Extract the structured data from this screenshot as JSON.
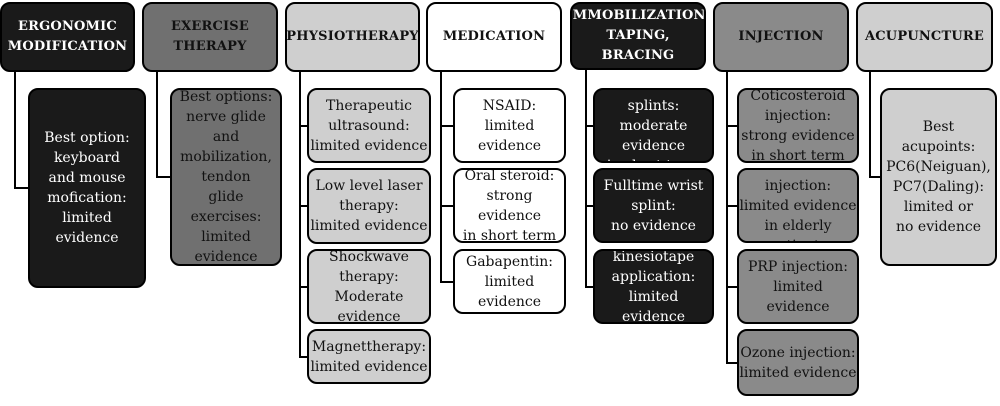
{
  "columns": [
    {
      "id": "ergonomic",
      "header": "ERGONOMIC\nMODIFICATION",
      "header_theme": "t-black",
      "child_theme": "t-black",
      "children": [
        "Best option:\nkeyboard\nand mouse\nmofication:\nlimited\nevidence"
      ]
    },
    {
      "id": "exercise",
      "header": "EXERCISE\nTHERAPY",
      "header_theme": "t-dgray",
      "child_theme": "t-dgray",
      "children": [
        "Best options:\nnerve glide and\nmobilization,\ntendon\nglide exercises:\nlimited evidence"
      ]
    },
    {
      "id": "physiotherapy",
      "header": "PHYSIOTHERAPY",
      "header_theme": "t-lgray",
      "child_theme": "t-lgray",
      "children": [
        "Therapeutic\nultrasound:\nlimited evidence",
        "Low level laser\ntherapy:\nlimited evidence",
        "Shockwave\ntherapy:\nModerate\nevidence",
        "Magnettherapy:\nlimited evidence"
      ]
    },
    {
      "id": "medication",
      "header": "MEDICATION",
      "header_theme": "t-white",
      "child_theme": "t-white",
      "children": [
        "NSAID:\nlimited\nevidence",
        "Oral steroid:\nstrong evidence\nin short term",
        "Gabapentin:\nlimited\nevidence"
      ]
    },
    {
      "id": "immobilization",
      "header": "IMMOBILIZATION,\nTAPING,\nBRACING",
      "header_theme": "t-black",
      "child_theme": "t-black",
      "children": [
        "Nocturnal wrist\nsplints:\nmoderate evidence\nin short term",
        "Fulltime wrist\nsplint:\nno evidence",
        "kinesiotape\napplication:\nlimited\nevidence"
      ]
    },
    {
      "id": "injection",
      "header": "INJECTION",
      "header_theme": "t-mgray",
      "child_theme": "t-mgray",
      "children": [
        "Coticosteroid\ninjection:\nstrong evidence\nin short term",
        "Non-steroidal\ninjection:\nlimited evidence\nin elderly patients",
        "PRP injection:\nlimited\nevidence",
        "Ozone injection:\nlimited evidence"
      ]
    },
    {
      "id": "acupuncture",
      "header": "ACUPUNCTURE",
      "header_theme": "t-lgray",
      "child_theme": "t-lgray",
      "children": [
        "Best\nacupoints:\nPC6(Neiguan),\nPC7(Daling):\nlimited or\nno evidence"
      ]
    }
  ]
}
